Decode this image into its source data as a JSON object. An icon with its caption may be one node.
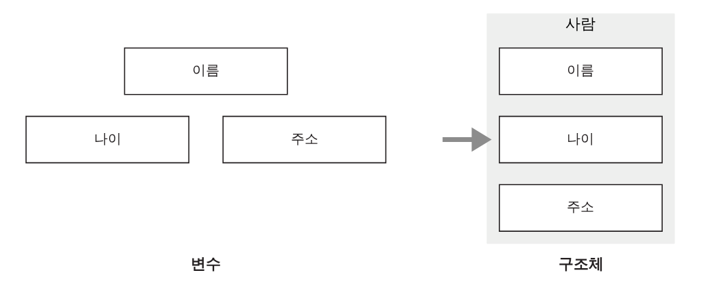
{
  "diagram": {
    "nodes": [
      {
        "text": [
          "이름"
        ]
      },
      {
        "text": [
          "나이"
        ]
      },
      {
        "text": [
          "주소"
        ]
      },
      {
        "text": [
          "사람"
        ],
        "beside": [
          "구조체"
        ]
      },
      {
        "text": [
          "이름"
        ],
        "in": 3
      },
      {
        "text": [
          "나이"
        ],
        "in": 3
      },
      {
        "text": [
          "주소"
        ],
        "in": 3
      }
    ],
    "edges": [
      {
        "from": null,
        "to": 3,
        "arrow": "to",
        "color": "#8c8c8c"
      }
    ],
    "labels": [
      "변수"
    ]
  }
}
